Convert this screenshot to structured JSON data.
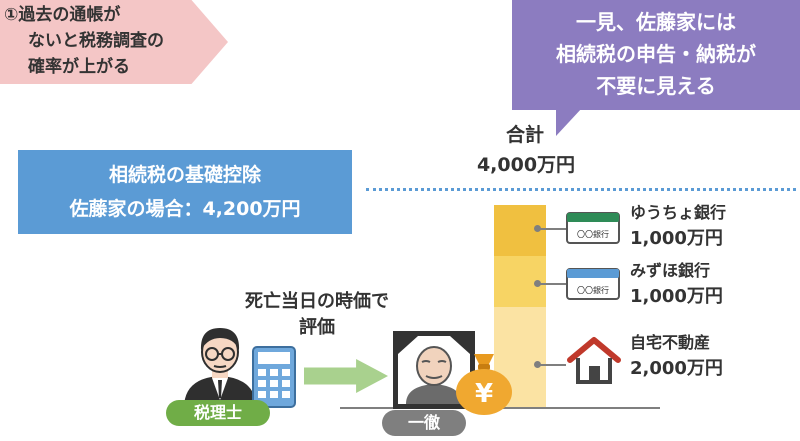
{
  "banner": {
    "number": "①",
    "line1": "過去の通帳が",
    "line2": "ないと税務調査の",
    "line3": "確率が上がる"
  },
  "callout": {
    "line1": "一見、佐藤家には",
    "line2": "相続税の申告・納税が",
    "line3": "不要に見える"
  },
  "deduction": {
    "line1": "相続税の基礎控除",
    "line2": "佐藤家の場合：4,200万円"
  },
  "total": {
    "label": "合計",
    "value": "4,000万円"
  },
  "assets": [
    {
      "name": "ゆうちょ銀行",
      "amount": "1,000万円",
      "icon_text": "〇〇銀行",
      "color": "#f0c040"
    },
    {
      "name": "みずほ銀行",
      "amount": "1,000万円",
      "icon_text": "〇〇銀行",
      "color": "#f7d464"
    },
    {
      "name": "自宅不動産",
      "amount": "2,000万円",
      "color": "#fbe3a3"
    }
  ],
  "valuation": {
    "line1": "死亡当日の時価で",
    "line2": "評価"
  },
  "tax_accountant": {
    "label": "税理士"
  },
  "deceased": {
    "label": "一徹"
  },
  "money_bag": {
    "symbol": "¥"
  },
  "colors": {
    "pink": "#f4c6c6",
    "purple": "#8c7cc0",
    "blue": "#5b9bd5",
    "arrow_green": "#a9d18e",
    "tag_green": "#70ad47",
    "tag_gray": "#7f7f7f",
    "money_orange": "#f0a830"
  }
}
